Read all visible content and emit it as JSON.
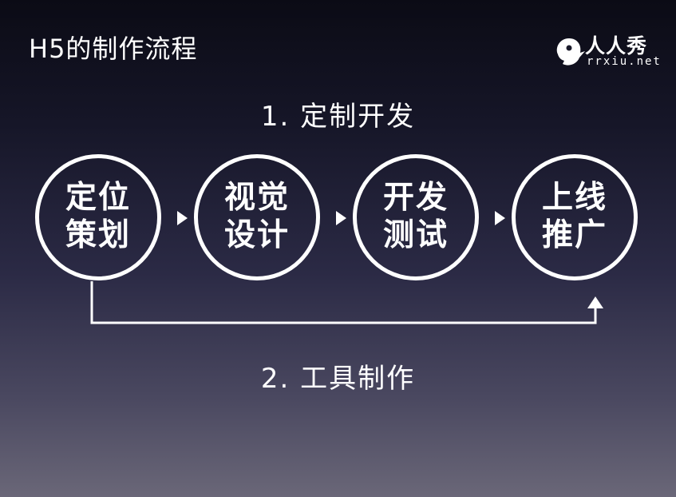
{
  "title": "H5的制作流程",
  "logo": {
    "name": "人人秀",
    "url": "rrxiu.net"
  },
  "sections": [
    "1. 定制开发",
    "2. 工具制作"
  ],
  "steps": [
    {
      "label": "定位策划"
    },
    {
      "label": "视觉设计"
    },
    {
      "label": "开发测试"
    },
    {
      "label": "上线推广"
    }
  ],
  "colors": {
    "accent": "#ffffff",
    "background_top": "#0b0b15",
    "background_bottom": "#6a6778"
  }
}
